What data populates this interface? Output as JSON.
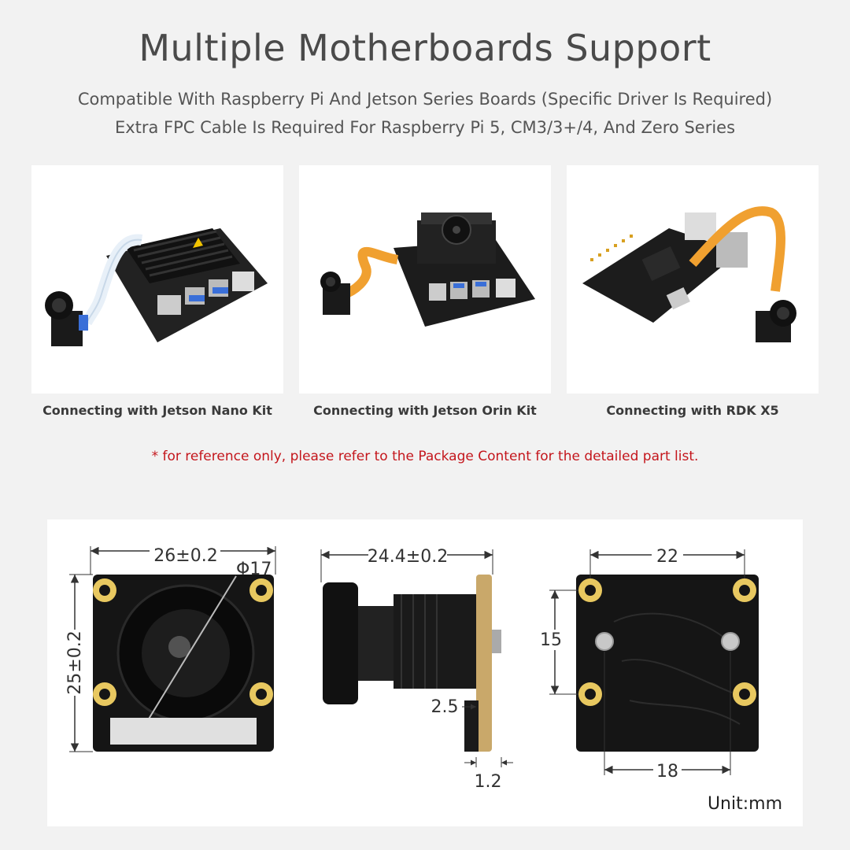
{
  "header": {
    "title": "Multiple Motherboards Support",
    "subtitle_1": "Compatible With Raspberry Pi And Jetson Series Boards (Specific Driver Is Required)",
    "subtitle_2": "Extra FPC Cable Is Required For Raspberry Pi 5, CM3/3+/4, And Zero Series"
  },
  "panels": [
    {
      "caption": "Connecting with Jetson Nano Kit"
    },
    {
      "caption": "Connecting with Jetson Orin Kit"
    },
    {
      "caption": "Connecting with RDK X5"
    }
  ],
  "note": "* for reference only, please refer to the Package Content for the detailed part list.",
  "dimensions": {
    "front_width": "26±0.2",
    "front_height": "25±0.2",
    "lens_diameter": "Φ17",
    "side_length": "24.4±0.2",
    "side_offset": "2.5",
    "side_thickness": "1.2",
    "back_hole_width": "22",
    "back_hole_height": "15",
    "back_screw_spacing": "18",
    "unit": "Unit:mm"
  },
  "colors": {
    "accent_red": "#c4161c",
    "fpc_orange": "#f0a030",
    "board_black": "#1a1a1a",
    "gold_pad": "#e8c860"
  }
}
